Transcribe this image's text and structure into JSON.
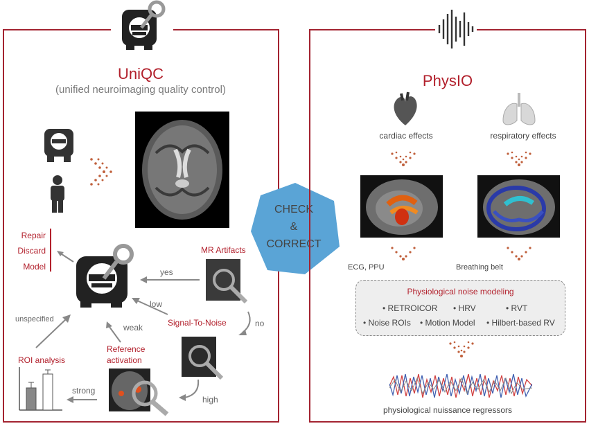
{
  "uniqc": {
    "title": "UniQC",
    "subtitle": "(unified neuroimaging quality control)",
    "actions": [
      "Repair",
      "Discard",
      "Model"
    ],
    "mr_artifacts": "MR Artifacts",
    "yes": "yes",
    "no": "no",
    "low": "low",
    "signal_to_noise": "Signal-To-Noise",
    "high": "high",
    "weak": "weak",
    "reference_activation_line1": "Reference",
    "reference_activation_line2": "activation",
    "strong": "strong",
    "unspecified": "unspecified",
    "roi_analysis": "ROI analysis"
  },
  "center": {
    "line1": "CHECK",
    "line2": "&",
    "line3": "CORRECT",
    "color": "#5aa4d6"
  },
  "physio": {
    "title": "PhysIO",
    "cardiac": "cardiac effects",
    "respiratory": "respiratory effects",
    "ecg": "ECG, PPU",
    "belt": "Breathing belt",
    "modeling_title": "Physiological noise modeling",
    "methods_row1": [
      "RETROICOR",
      "HRV",
      "RVT"
    ],
    "methods_row2": [
      "Noise ROIs",
      "Motion Model",
      "Hilbert-based RV"
    ],
    "regressors": "physiological nuissance regressors"
  },
  "colors": {
    "accent": "#b2202c",
    "frame": "#a32330",
    "hexagon": "#5aa4d6"
  }
}
